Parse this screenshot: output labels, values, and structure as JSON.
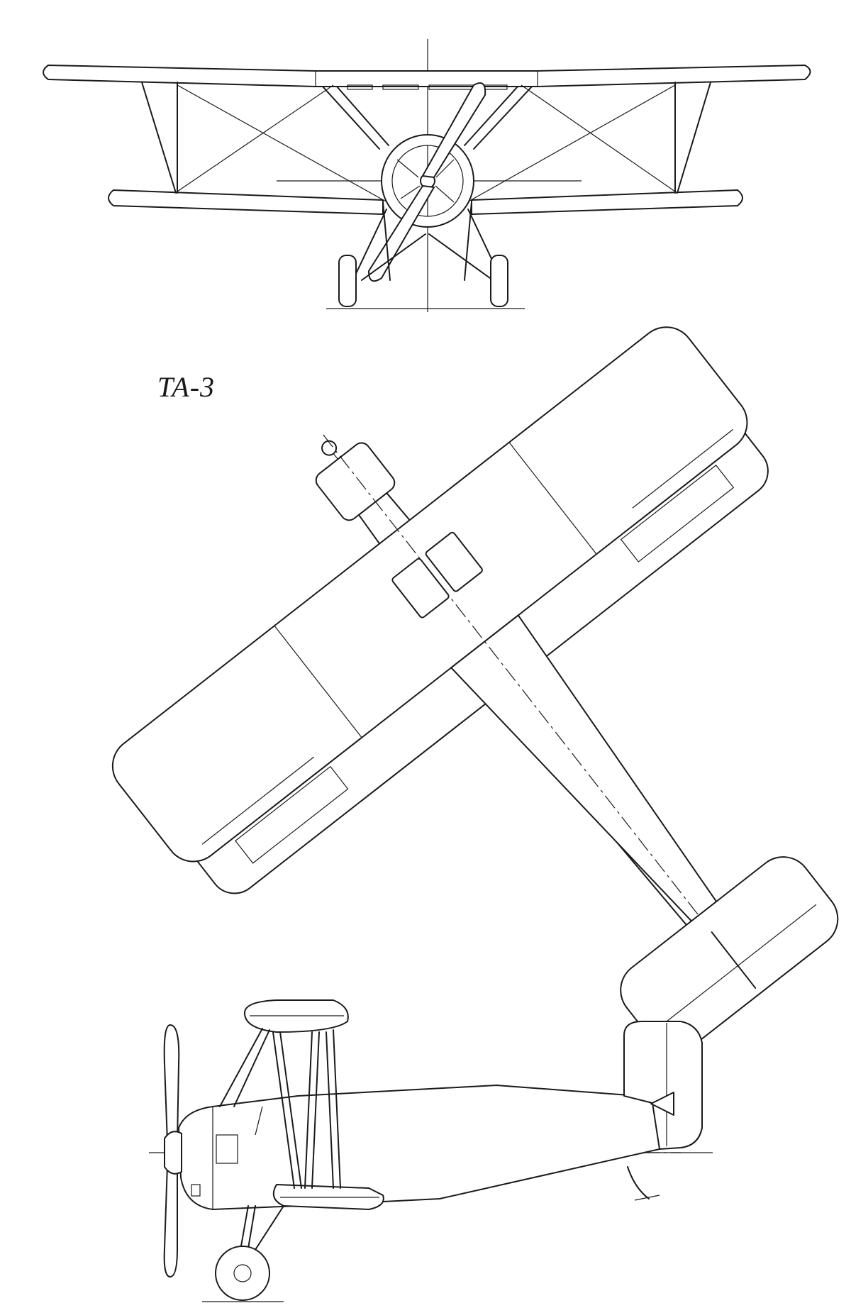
{
  "drawing": {
    "designation": "TA-3",
    "views": [
      "front-view",
      "top-view",
      "side-view"
    ],
    "line_color": "#1a1a1a",
    "background_color": "#ffffff"
  }
}
